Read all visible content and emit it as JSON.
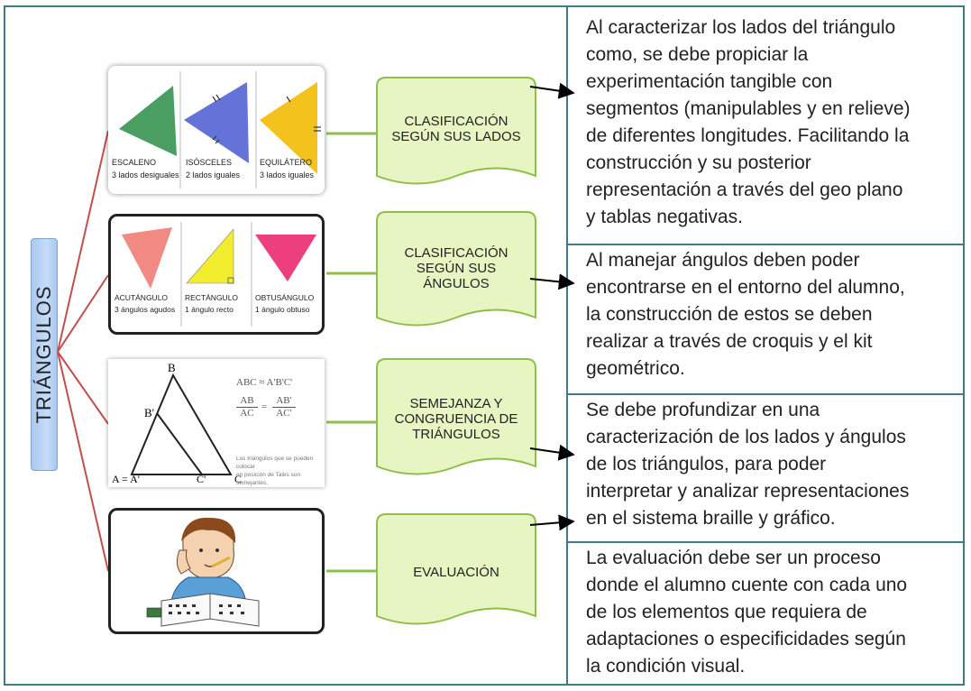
{
  "side_label": "TRIÁNGULOS",
  "rows": [
    {
      "tag": [
        "CLASIFICACIÓN",
        "SEGÚN SUS LADOS"
      ],
      "image": {
        "items": [
          {
            "name": "ESCALENO",
            "caption": "3 lados desiguales",
            "color": "#4a9e62"
          },
          {
            "name": "ISÓSCELES",
            "caption": "2 lados iguales",
            "color": "#6572d8"
          },
          {
            "name": "EQUILÁTERO",
            "caption": "3 lados iguales",
            "color": "#f4c21d"
          }
        ]
      },
      "description": [
        "Al caracterizar los lados del triángulo",
        "como, se debe propiciar la",
        "experimentación tangible con",
        "segmentos (manipulables y en relieve)",
        "de diferentes longitudes. Facilitando la",
        "construcción y su posterior",
        "representación a través del geo plano",
        "y  tablas negativas."
      ]
    },
    {
      "tag": [
        "CLASIFICACIÓN",
        "SEGÚN SUS",
        "ÁNGULOS"
      ],
      "image": {
        "items": [
          {
            "name": "ACUTÁNGULO",
            "caption": "3 ángulos agudos",
            "color": "#f08a82"
          },
          {
            "name": "RECTÁNGULO",
            "caption": "1 ángulo recto",
            "color": "#f1ec2e"
          },
          {
            "name": "OBTUSÁNGULO",
            "caption": "1 ángulo obtuso",
            "color": "#ec3f7c"
          }
        ]
      },
      "description": [
        "Al manejar ángulos deben poder",
        "encontrarse en el entorno del alumno,",
        "la construcción de estos se deben",
        "realizar a través de croquis y el kit",
        "geométrico."
      ]
    },
    {
      "tag": [
        "SEMEJANZA Y",
        "CONGRUENCIA DE",
        "TRIÁNGULOS"
      ],
      "image": {
        "vertex_b": "B",
        "vertex_b_prime": "B'",
        "vertex_a": "A = A'",
        "vertex_c_prime": "C'",
        "vertex_c": "C",
        "similarity": "ABC ≈ A'B'C'",
        "ratio_left_num": "AB",
        "ratio_left_den": "AC",
        "ratio_eq": "=",
        "ratio_right_num": "AB'",
        "ratio_right_den": "AC'",
        "note": [
          "Los triángulos que se pueden colocar",
          "en posición de Tales son semejantes."
        ]
      },
      "description": [
        "Se debe profundizar en una",
        "caracterización de los lados y ángulos",
        "de los triángulos, para poder",
        "interpretar y analizar representaciones",
        "en el sistema braille y gráfico."
      ]
    },
    {
      "tag": [
        "EVALUACIÓN"
      ],
      "image": {
        "alt": "child-studying"
      },
      "description": [
        "La evaluación debe ser un proceso",
        "donde el alumno cuente con cada uno",
        "de los elementos que requiera de",
        "adaptaciones o especificidades según",
        "la condición visual."
      ]
    }
  ],
  "colors": {
    "border": "#3d7a8a",
    "tag_fill": "#e6f5c2",
    "tag_stroke": "#8fbf4a",
    "connector_red": "#c0504d",
    "connector_green": "#8fbf4a"
  }
}
